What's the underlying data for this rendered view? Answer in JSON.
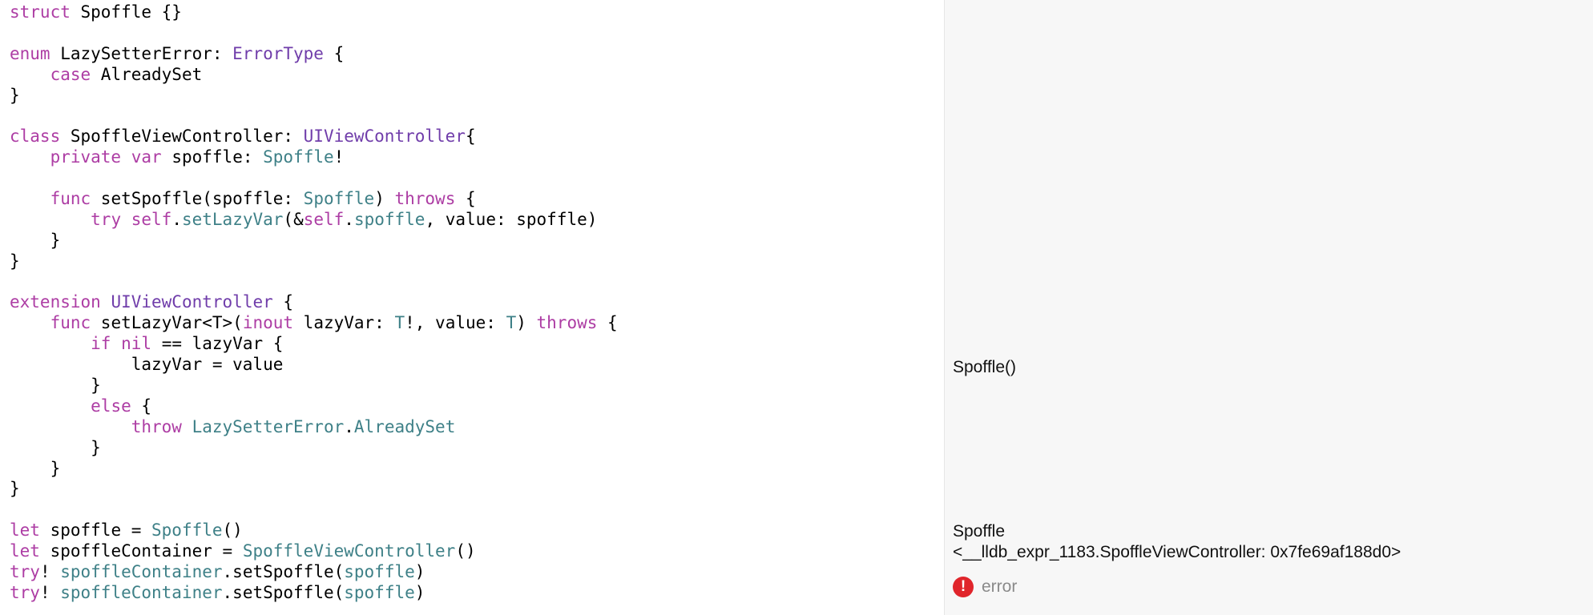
{
  "colors": {
    "keyword": "#ad3da4",
    "type": "#703daa",
    "project_symbol": "#3e8087",
    "plain": "#000000",
    "results_background": "#f7f7f7",
    "error": "#e0252b"
  },
  "code_lines": [
    [
      {
        "t": "struct",
        "c": "kw"
      },
      {
        "t": " Spoffle {}"
      }
    ],
    [],
    [
      {
        "t": "enum",
        "c": "kw"
      },
      {
        "t": " LazySetterError: "
      },
      {
        "t": "ErrorType",
        "c": "ty"
      },
      {
        "t": " {"
      }
    ],
    [
      {
        "t": "    "
      },
      {
        "t": "case",
        "c": "kw"
      },
      {
        "t": " AlreadySet"
      }
    ],
    [
      {
        "t": "}"
      }
    ],
    [],
    [
      {
        "t": "class",
        "c": "kw"
      },
      {
        "t": " SpoffleViewController: "
      },
      {
        "t": "UIViewController",
        "c": "ty"
      },
      {
        "t": "{"
      }
    ],
    [
      {
        "t": "    "
      },
      {
        "t": "private",
        "c": "kw"
      },
      {
        "t": " "
      },
      {
        "t": "var",
        "c": "kw"
      },
      {
        "t": " spoffle: "
      },
      {
        "t": "Spoffle",
        "c": "pr"
      },
      {
        "t": "!"
      }
    ],
    [],
    [
      {
        "t": "    "
      },
      {
        "t": "func",
        "c": "kw"
      },
      {
        "t": " setSpoffle(spoffle: "
      },
      {
        "t": "Spoffle",
        "c": "pr"
      },
      {
        "t": ") "
      },
      {
        "t": "throws",
        "c": "kw"
      },
      {
        "t": " {"
      }
    ],
    [
      {
        "t": "        "
      },
      {
        "t": "try",
        "c": "kw"
      },
      {
        "t": " "
      },
      {
        "t": "self",
        "c": "kw"
      },
      {
        "t": "."
      },
      {
        "t": "setLazyVar",
        "c": "pr"
      },
      {
        "t": "(&"
      },
      {
        "t": "self",
        "c": "kw"
      },
      {
        "t": "."
      },
      {
        "t": "spoffle",
        "c": "pr"
      },
      {
        "t": ", value: spoffle)"
      }
    ],
    [
      {
        "t": "    }"
      }
    ],
    [
      {
        "t": "}"
      }
    ],
    [],
    [
      {
        "t": "extension",
        "c": "kw"
      },
      {
        "t": " "
      },
      {
        "t": "UIViewController",
        "c": "ty"
      },
      {
        "t": " {"
      }
    ],
    [
      {
        "t": "    "
      },
      {
        "t": "func",
        "c": "kw"
      },
      {
        "t": " setLazyVar<T>("
      },
      {
        "t": "inout",
        "c": "kw"
      },
      {
        "t": " lazyVar: "
      },
      {
        "t": "T",
        "c": "pr"
      },
      {
        "t": "!, value: "
      },
      {
        "t": "T",
        "c": "pr"
      },
      {
        "t": ") "
      },
      {
        "t": "throws",
        "c": "kw"
      },
      {
        "t": " {"
      }
    ],
    [
      {
        "t": "        "
      },
      {
        "t": "if",
        "c": "kw"
      },
      {
        "t": " "
      },
      {
        "t": "nil",
        "c": "kw"
      },
      {
        "t": " == lazyVar {"
      }
    ],
    [
      {
        "t": "            lazyVar = value"
      }
    ],
    [
      {
        "t": "        }"
      }
    ],
    [
      {
        "t": "        "
      },
      {
        "t": "else",
        "c": "kw"
      },
      {
        "t": " {"
      }
    ],
    [
      {
        "t": "            "
      },
      {
        "t": "throw",
        "c": "kw"
      },
      {
        "t": " "
      },
      {
        "t": "LazySetterError",
        "c": "pr"
      },
      {
        "t": "."
      },
      {
        "t": "AlreadySet",
        "c": "pr"
      }
    ],
    [
      {
        "t": "        }"
      }
    ],
    [
      {
        "t": "    }"
      }
    ],
    [
      {
        "t": "}"
      }
    ],
    [],
    [
      {
        "t": "let",
        "c": "kw"
      },
      {
        "t": " spoffle = "
      },
      {
        "t": "Spoffle",
        "c": "pr"
      },
      {
        "t": "()"
      }
    ],
    [
      {
        "t": "let",
        "c": "kw"
      },
      {
        "t": " spoffleContainer = "
      },
      {
        "t": "SpoffleViewController",
        "c": "pr"
      },
      {
        "t": "()"
      }
    ],
    [
      {
        "t": "try",
        "c": "kw"
      },
      {
        "t": "! "
      },
      {
        "t": "spoffleContainer",
        "c": "pr"
      },
      {
        "t": ".setSpoffle("
      },
      {
        "t": "spoffle",
        "c": "pr"
      },
      {
        "t": ")"
      }
    ],
    [
      {
        "t": "try",
        "c": "kw"
      },
      {
        "t": "! "
      },
      {
        "t": "spoffleContainer",
        "c": "pr"
      },
      {
        "t": ".setSpoffle("
      },
      {
        "t": "spoffle",
        "c": "pr"
      },
      {
        "t": ")"
      }
    ]
  ],
  "results": {
    "line_17": "Spoffle()",
    "line_26": "Spoffle",
    "line_27": "<__lldb_expr_1183.SpoffleViewController: 0x7fe69af188d0>",
    "error_icon_glyph": "!",
    "error_label": "error"
  }
}
